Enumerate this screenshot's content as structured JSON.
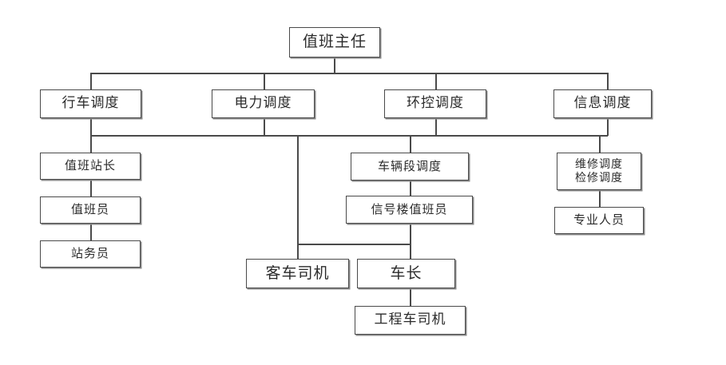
{
  "diagram": {
    "type": "org-chart",
    "title": "",
    "orientation": "top-down",
    "background_color": "#ffffff",
    "box_border_color": "#4a4a4a",
    "box_fill_color": "#ffffff",
    "text_color": "#2b2b2b",
    "nodes": {
      "root": {
        "label": "值班主任"
      },
      "level2": [
        {
          "label": "行车调度"
        },
        {
          "label": "电力调度"
        },
        {
          "label": "环控调度"
        },
        {
          "label": "信息调度"
        }
      ],
      "traffic_chain": [
        {
          "label": "值班站长"
        },
        {
          "label": "值班员"
        },
        {
          "label": "站务员"
        }
      ],
      "env_chain": [
        {
          "label": "车辆段调度"
        },
        {
          "label": "信号楼值班员"
        }
      ],
      "info_chain": [
        {
          "label": "维修调度\n检修调度"
        },
        {
          "label": "专业人员"
        }
      ],
      "drivers": [
        {
          "label": "客车司机"
        },
        {
          "label": "车长"
        },
        {
          "label": "工程车司机"
        }
      ]
    }
  }
}
